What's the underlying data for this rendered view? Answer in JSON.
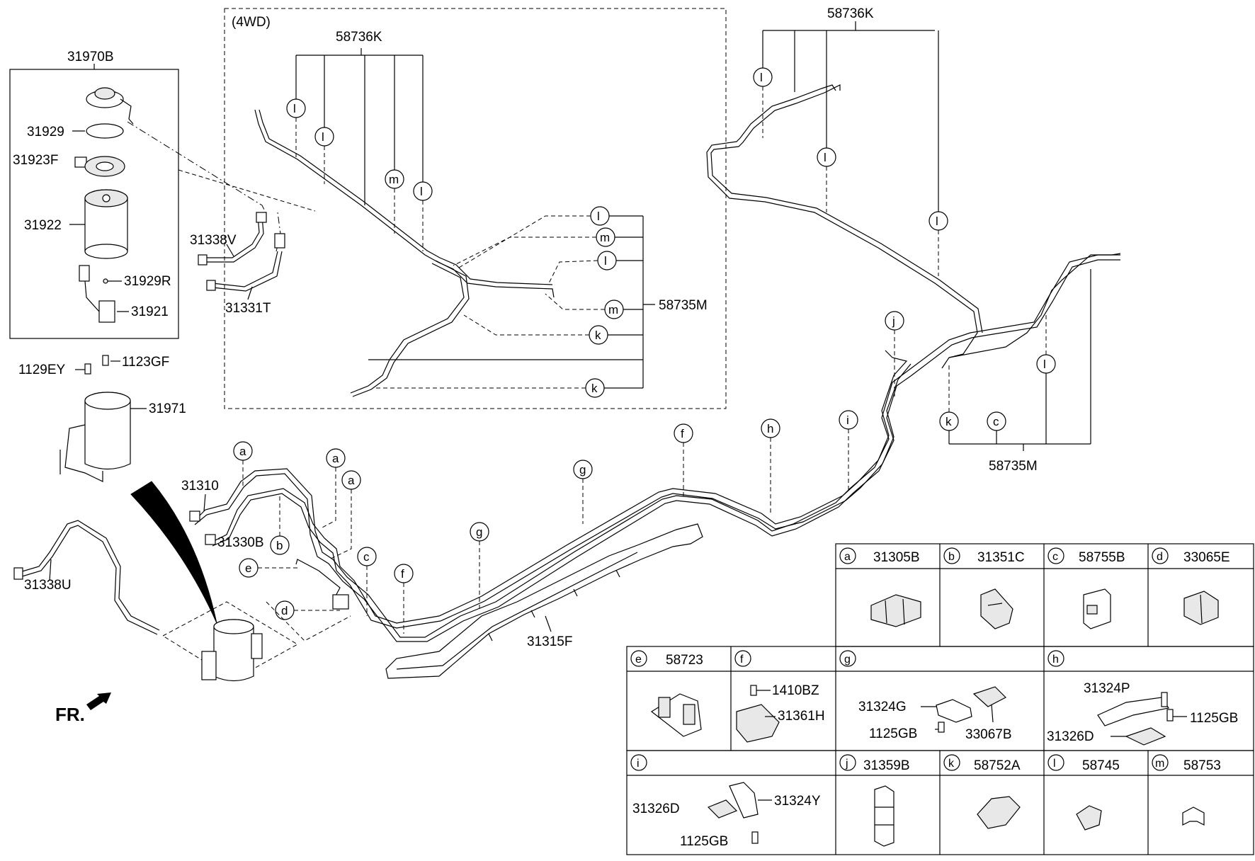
{
  "direction_label": "FR.",
  "box_4wd_label": "(4WD)",
  "part_numbers": {
    "p58736K_a": "58736K",
    "p58736K_b": "58736K",
    "p31970B": "31970B",
    "p31929": "31929",
    "p31923F": "31923F",
    "p31922": "31922",
    "p31929R": "31929R",
    "p31921": "31921",
    "p31338V": "31338V",
    "p31331T": "31331T",
    "p1129EY": "1129EY",
    "p1123GF": "1123GF",
    "p31971": "31971",
    "p31310": "31310",
    "p31330B": "31330B",
    "p31338U": "31338U",
    "p31315F": "31315F",
    "p58735M_a": "58735M",
    "p58735M_b": "58735M"
  },
  "callouts": [
    "a",
    "b",
    "c",
    "d",
    "e",
    "f",
    "g",
    "h",
    "i",
    "j",
    "k",
    "l",
    "m"
  ],
  "legend": {
    "row1": [
      {
        "letter": "a",
        "part": "31305B"
      },
      {
        "letter": "b",
        "part": "31351C"
      },
      {
        "letter": "c",
        "part": "58755B"
      },
      {
        "letter": "d",
        "part": "33065E"
      }
    ],
    "row2": [
      {
        "letter": "e",
        "part": "58723"
      },
      {
        "letter": "f",
        "part": "",
        "sub": [
          "1410BZ",
          "31361H"
        ]
      },
      {
        "letter": "g",
        "part": "",
        "sub": [
          "31324G",
          "1125GB",
          "33067B"
        ]
      },
      {
        "letter": "h",
        "part": "",
        "sub": [
          "31324P",
          "31326D",
          "1125GB"
        ]
      }
    ],
    "row3": [
      {
        "letter": "i",
        "part": "",
        "sub": [
          "31326D",
          "31324Y",
          "1125GB"
        ]
      },
      {
        "letter": "j",
        "part": "31359B"
      },
      {
        "letter": "k",
        "part": "58752A"
      },
      {
        "letter": "l",
        "part": "58745"
      },
      {
        "letter": "m",
        "part": "58753"
      }
    ]
  }
}
